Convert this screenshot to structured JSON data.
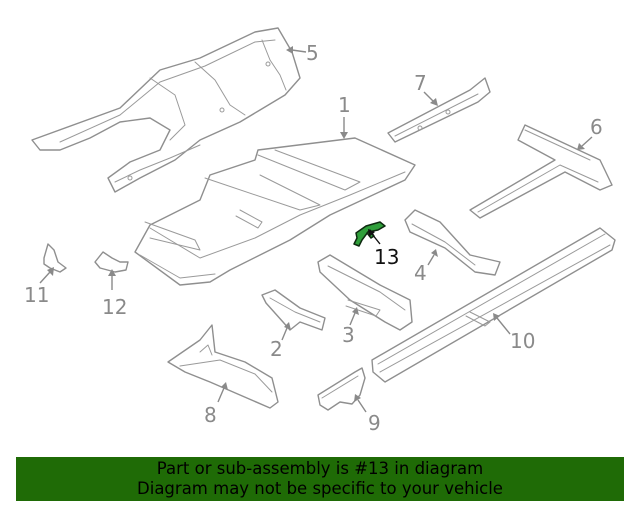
{
  "diagram": {
    "callouts": [
      "1",
      "2",
      "3",
      "4",
      "5",
      "6",
      "7",
      "8",
      "9",
      "10",
      "11",
      "12",
      "13"
    ],
    "highlighted_part": "13",
    "highlight_color": "#2f9e3a",
    "line_color": "#8f8f8f"
  },
  "banner": {
    "line1": "Part or sub-assembly is #13 in diagram",
    "line2": "Diagram may not be specific to your vehicle",
    "background": "#1f6b06"
  }
}
